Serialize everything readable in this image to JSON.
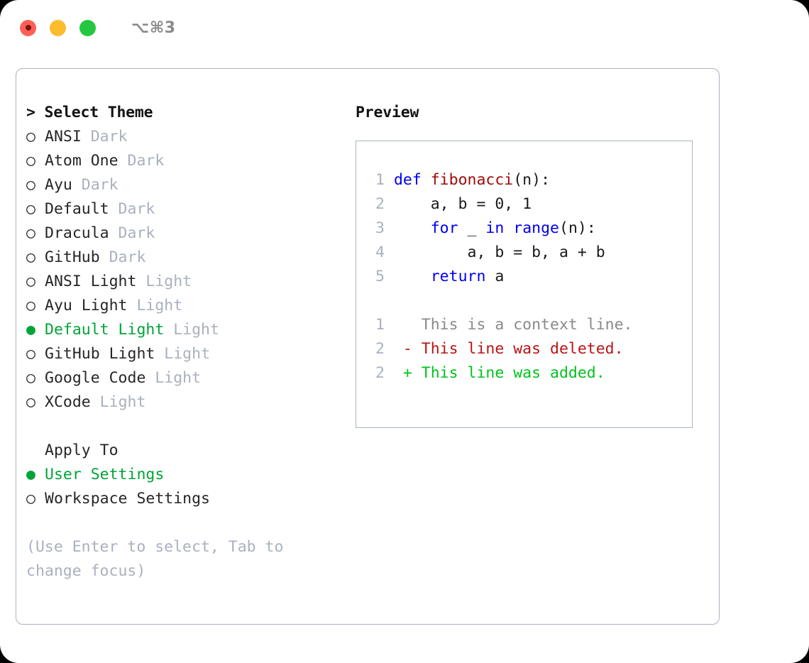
{
  "titlebar": {
    "traffic_lights": [
      "close",
      "minimize",
      "maximize"
    ],
    "shortcut": "⌥⌘3"
  },
  "theme_picker": {
    "header": "> Select Theme",
    "items": [
      {
        "marker": "○",
        "name": "ANSI",
        "variant": "Dark",
        "selected": false
      },
      {
        "marker": "○",
        "name": "Atom One",
        "variant": "Dark",
        "selected": false
      },
      {
        "marker": "○",
        "name": "Ayu",
        "variant": "Dark",
        "selected": false
      },
      {
        "marker": "○",
        "name": "Default",
        "variant": "Dark",
        "selected": false
      },
      {
        "marker": "○",
        "name": "Dracula",
        "variant": "Dark",
        "selected": false
      },
      {
        "marker": "○",
        "name": "GitHub",
        "variant": "Dark",
        "selected": false
      },
      {
        "marker": "○",
        "name": "ANSI Light",
        "variant": "Light",
        "selected": false
      },
      {
        "marker": "○",
        "name": "Ayu Light",
        "variant": "Light",
        "selected": false
      },
      {
        "marker": "●",
        "name": "Default Light",
        "variant": "Light",
        "selected": true
      },
      {
        "marker": "○",
        "name": "GitHub Light",
        "variant": "Light",
        "selected": false
      },
      {
        "marker": "○",
        "name": "Google Code",
        "variant": "Light",
        "selected": false
      },
      {
        "marker": "○",
        "name": "XCode",
        "variant": "Light",
        "selected": false
      }
    ]
  },
  "apply_to": {
    "label": "Apply To",
    "options": [
      {
        "marker": "●",
        "label": "User Settings",
        "selected": true
      },
      {
        "marker": "○",
        "label": "Workspace Settings",
        "selected": false
      }
    ]
  },
  "hint": "(Use Enter to select, Tab to change focus)",
  "preview": {
    "title": "Preview",
    "code_lines": [
      {
        "lno": "1",
        "tokens": [
          {
            "t": "def ",
            "c": "kw"
          },
          {
            "t": "fibonacci",
            "c": "fn"
          },
          {
            "t": "(n):",
            "c": "pl"
          }
        ]
      },
      {
        "lno": "2",
        "tokens": [
          {
            "t": "    a, b = 0, 1",
            "c": "pl"
          }
        ]
      },
      {
        "lno": "3",
        "tokens": [
          {
            "t": "    ",
            "c": "pl"
          },
          {
            "t": "for",
            "c": "kw"
          },
          {
            "t": " _ ",
            "c": "pl"
          },
          {
            "t": "in",
            "c": "kw"
          },
          {
            "t": " ",
            "c": "pl"
          },
          {
            "t": "range",
            "c": "kw"
          },
          {
            "t": "(n):",
            "c": "pl"
          }
        ]
      },
      {
        "lno": "4",
        "tokens": [
          {
            "t": "        a, b = b, a + b",
            "c": "pl"
          }
        ]
      },
      {
        "lno": "5",
        "tokens": [
          {
            "t": "    ",
            "c": "pl"
          },
          {
            "t": "return",
            "c": "kw"
          },
          {
            "t": " a",
            "c": "pl"
          }
        ]
      }
    ],
    "diff_lines": [
      {
        "lno": "1",
        "sign": "  ",
        "text": "This is a context line.",
        "kind": "ctx"
      },
      {
        "lno": "2",
        "sign": "- ",
        "text": "This line was deleted.",
        "kind": "del"
      },
      {
        "lno": "2",
        "sign": "+ ",
        "text": "This line was added.",
        "kind": "add"
      }
    ]
  },
  "colors": {
    "accent_green": "#00a437",
    "muted": "#a9b1bf",
    "keyword_blue": "#0000ee",
    "function_red": "#9e0b0b",
    "diff_deleted": "#b81414",
    "diff_added": "#00c21f",
    "border": "#aab3c0",
    "traffic_close": "#ff5f57",
    "traffic_min": "#fdbc2e",
    "traffic_max": "#26c740"
  }
}
